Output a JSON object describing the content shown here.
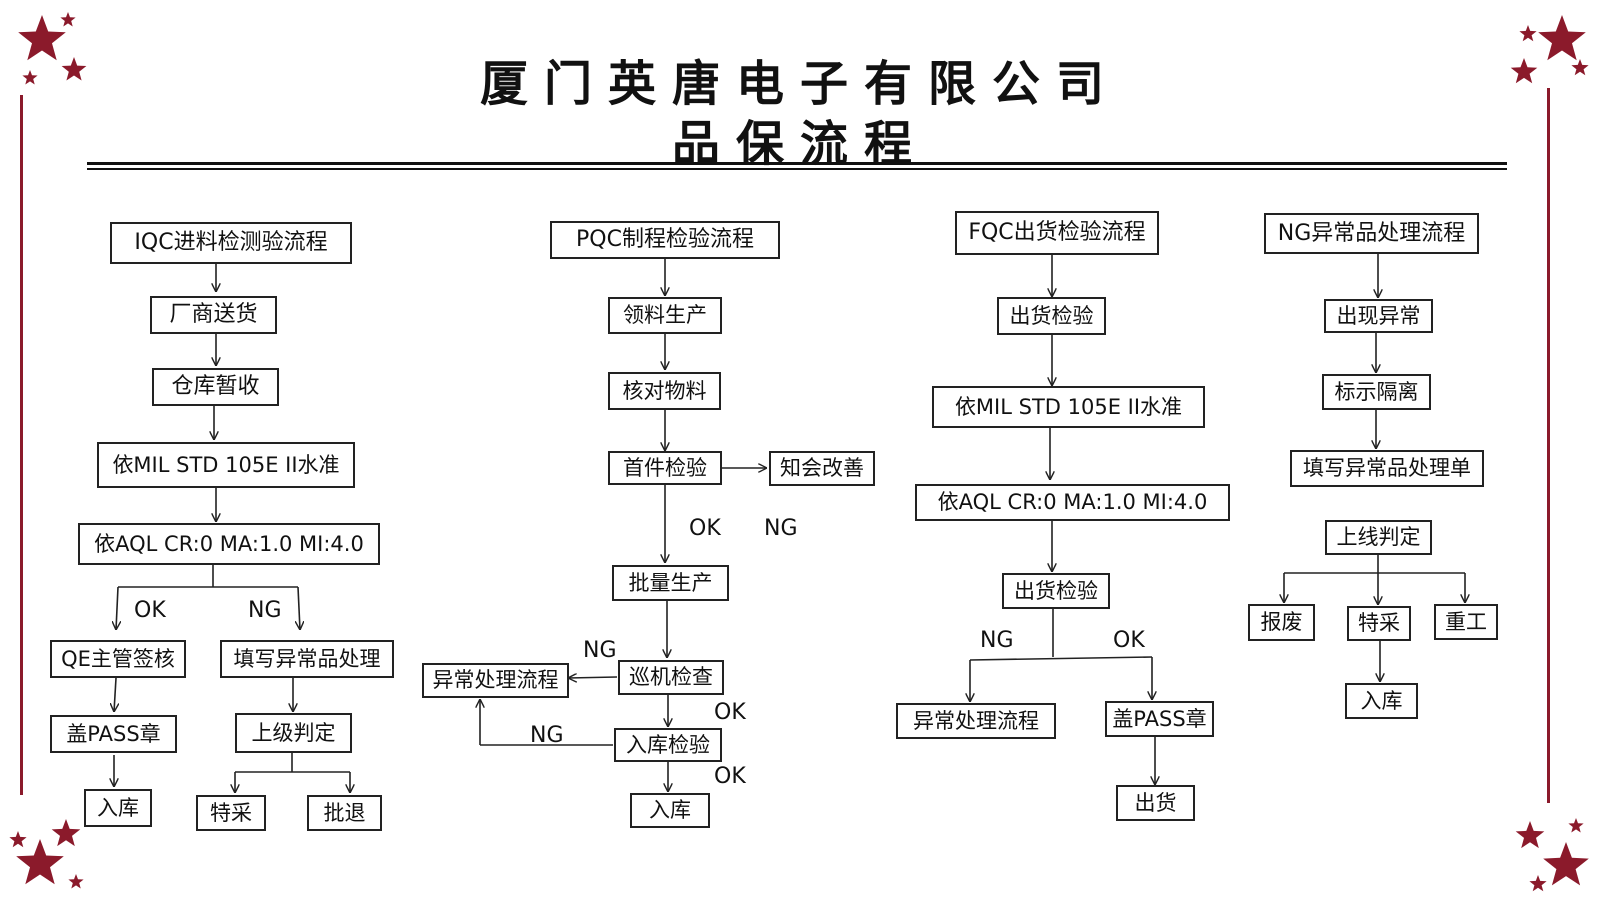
{
  "title": {
    "company": "厦门英唐电子有限公司",
    "subtitle": "品保流程"
  },
  "colors": {
    "star": "#8b1a2b",
    "border": "#8b1a2b",
    "line": "#222222"
  },
  "flows": {
    "iqc": {
      "header": "IQC进料检测验流程",
      "steps": [
        "厂商送货",
        "仓库暂收",
        "依MIL STD 105E II水准",
        "依AQL CR:0 MA:1.0  MI:4.0"
      ],
      "ok_label": "OK",
      "ng_label": "NG",
      "ok_path": [
        "QE主管签核",
        "盖PASS章",
        "入库"
      ],
      "ng_path": [
        "填写异常品处理",
        "上级判定"
      ],
      "ng_outcomes": [
        "特采",
        "批退"
      ]
    },
    "pqc": {
      "header": "PQC制程检验流程",
      "steps": [
        "领料生产",
        "核对物料",
        "首件检验"
      ],
      "side": "知会改善",
      "ok_label": "OK",
      "ng_label": "NG",
      "mass": "批量生产",
      "patrol": "巡机检查",
      "exception": "异常处理流程",
      "ng_label2": "NG",
      "ok_label2": "OK",
      "inbound_check": "入库检验",
      "ng_label3": "NG",
      "ok_label3": "OK",
      "final": "入库"
    },
    "fqc": {
      "header": "FQC出货检验流程",
      "steps": [
        "出货检验",
        "依MIL STD 105E II水准",
        "依AQL CR:0 MA:1.0   MI:4.0",
        "出货检验"
      ],
      "ng_label": "NG",
      "ok_label": "OK",
      "ng_path": "异常处理流程",
      "ok_path": [
        "盖PASS章",
        "出货"
      ]
    },
    "ng": {
      "header": "NG异常品处理流程",
      "steps": [
        "出现异常",
        "标示隔离",
        "填写异常品处理单",
        "上线判定"
      ],
      "outcomes": [
        "报废",
        "特采",
        "重工"
      ],
      "final": "入库"
    }
  }
}
